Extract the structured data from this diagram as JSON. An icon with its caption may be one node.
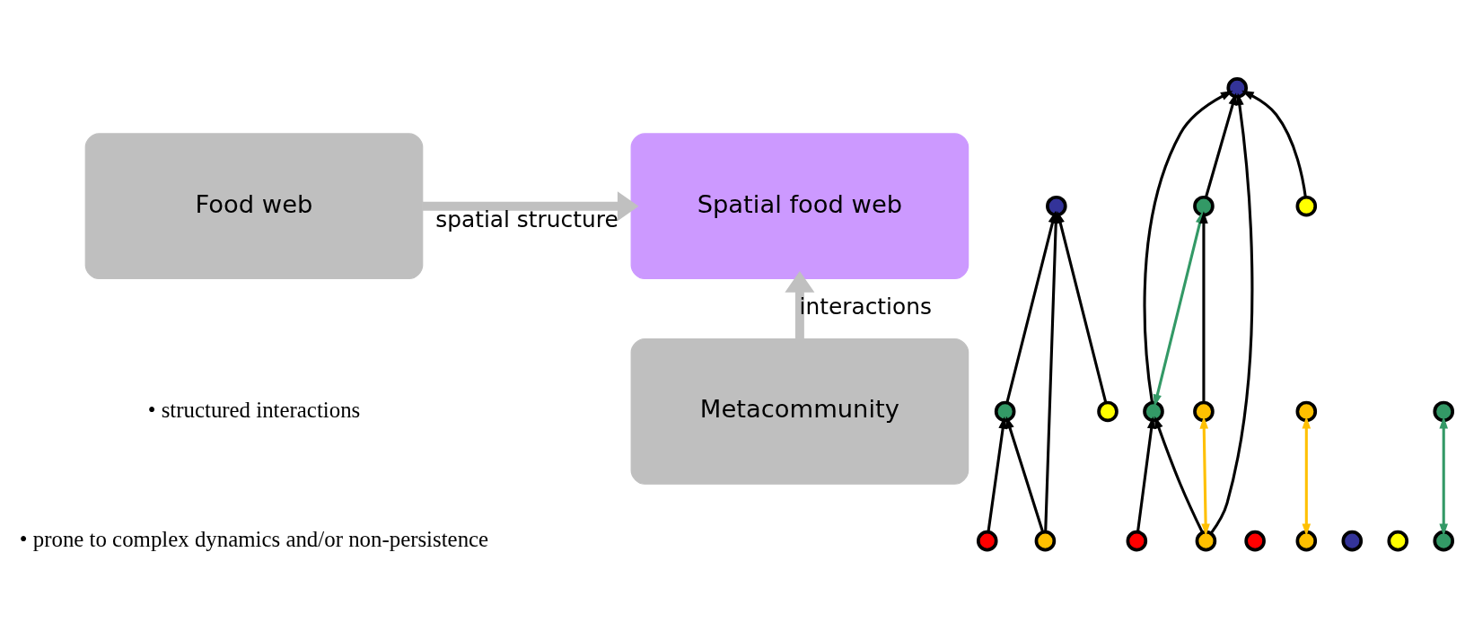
{
  "diagram": {
    "nodes": [
      {
        "text": [
          "Food web"
        ]
      },
      {
        "text": [
          "Spatial food web"
        ]
      },
      {
        "text": [
          "Metacommunity"
        ]
      },
      {
        "text": [],
        "shape": "circle"
      },
      {
        "text": [],
        "shape": "circle"
      },
      {
        "text": [],
        "shape": "circle"
      },
      {
        "text": [],
        "shape": "circle"
      },
      {
        "text": [],
        "shape": "circle"
      },
      {
        "text": [],
        "shape": "circle"
      },
      {
        "text": [],
        "shape": "circle"
      },
      {
        "text": [],
        "shape": "circle"
      },
      {
        "text": [],
        "shape": "circle"
      },
      {
        "text": [],
        "shape": "circle"
      },
      {
        "text": [],
        "shape": "circle"
      },
      {
        "text": [],
        "shape": "circle"
      },
      {
        "text": [],
        "shape": "circle"
      },
      {
        "text": [],
        "shape": "circle"
      },
      {
        "text": [],
        "shape": "circle"
      },
      {
        "text": [],
        "shape": "circle"
      },
      {
        "text": [],
        "shape": "circle"
      },
      {
        "text": [],
        "shape": "circle"
      },
      {
        "text": [],
        "shape": "circle"
      }
    ],
    "edges": [
      {
        "from": 0,
        "to": 1,
        "arrow": "to",
        "label": "spatial structure",
        "style": "thick",
        "color": "#c0c0c0"
      },
      {
        "from": 2,
        "to": 1,
        "arrow": "to",
        "label": "interactions",
        "style": "thick",
        "color": "#c0c0c0"
      },
      {
        "from": 5,
        "to": 4,
        "arrow": "to"
      },
      {
        "from": 6,
        "to": 4,
        "arrow": "to"
      },
      {
        "from": 6,
        "to": 3,
        "arrow": "to"
      },
      {
        "from": 7,
        "to": 3,
        "arrow": "to"
      },
      {
        "from": 4,
        "to": 3,
        "arrow": "to"
      },
      {
        "from": 9,
        "to": 8,
        "arrow": "to"
      },
      {
        "from": 12,
        "to": 8,
        "arrow": "to"
      },
      {
        "from": 13,
        "to": 8,
        "arrow": "to"
      },
      {
        "from": 10,
        "to": 8,
        "arrow": "to"
      },
      {
        "from": 11,
        "to": 9,
        "arrow": "to"
      },
      {
        "from": 12,
        "to": 9,
        "arrow": "to"
      },
      {
        "from": 14,
        "to": 10,
        "arrow": "to"
      },
      {
        "from": 9,
        "to": 10,
        "arrow": "both",
        "color": "#339966"
      },
      {
        "from": 12,
        "to": 14,
        "arrow": "both",
        "color": "#ffc000"
      },
      {
        "from": 16,
        "to": 21,
        "arrow": "both",
        "color": "#ffc000"
      },
      {
        "from": 19,
        "to": 20,
        "arrow": "both",
        "color": "#339966"
      }
    ],
    "labels": [
      "• structured interactions",
      "• prone to complex dynamics and/or non-persistence"
    ]
  }
}
